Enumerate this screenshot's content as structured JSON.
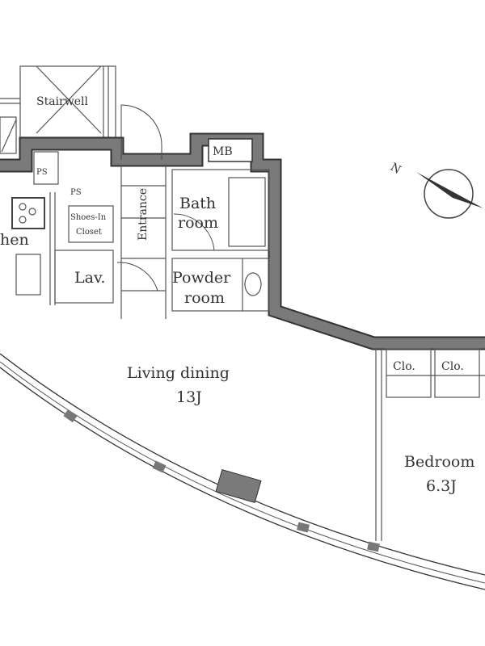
{
  "plan": {
    "rooms": {
      "stairwell": "Stairwell",
      "mb": "MB",
      "ps1": "PS",
      "ps2": "PS",
      "shoes_in_closet_1": "Shoes-In",
      "shoes_in_closet_2": "Closet",
      "entrance": "Entrance",
      "bath_1": "Bath",
      "bath_2": "room",
      "kitchen": "hen",
      "lav": "Lav.",
      "powder_1": "Powder",
      "powder_2": "room",
      "living_1": "Living dining",
      "living_2": "13J",
      "clo1": "Clo.",
      "clo2": "Clo.",
      "bedroom_1": "Bedroom",
      "bedroom_2": "6.3J"
    },
    "compass_label": "N",
    "colors": {
      "wall": "#7a7a7a",
      "wall_edge": "#333333",
      "line": "#555555"
    }
  }
}
